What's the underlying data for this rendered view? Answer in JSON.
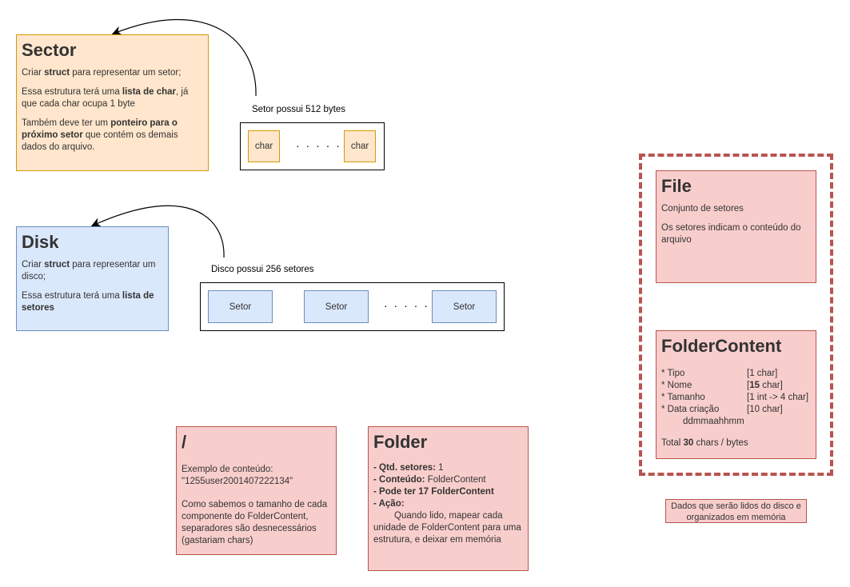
{
  "sector": {
    "title": "Sector",
    "p1_a": "Criar ",
    "p1_b": "struct",
    "p1_c": " para representar um setor;",
    "p2_a": "Essa estrutura terá uma ",
    "p2_b": "lista de char",
    "p2_c": ", já que cada char ocupa 1 byte",
    "p3_a": "Também deve ter um ",
    "p3_b": "ponteiro para o próximo setor",
    "p3_c": " que contém os demais dados do arquivo."
  },
  "sector_box": {
    "label": "Setor possui 512 bytes",
    "cell1": "char",
    "dots": "· · · · ·",
    "cell2": "char"
  },
  "disk": {
    "title": "Disk",
    "p1_a": "Criar ",
    "p1_b": "struct",
    "p1_c": " para representar um disco;",
    "p2_a": "Essa estrutura terá uma ",
    "p2_b": "lista de setores"
  },
  "disk_box": {
    "label": "Disco possui 256 setores",
    "cell1": "Setor",
    "cell2": "Setor",
    "dots": "· · · · ·",
    "cell3": "Setor"
  },
  "file": {
    "title": "File",
    "p1": "Conjunto de setores",
    "p2": "Os setores indicam o conteúdo do arquivo"
  },
  "folder_content": {
    "title": "FolderContent",
    "rows": [
      {
        "k": "* Tipo",
        "v": "[1 char]"
      },
      {
        "k": "* Nome",
        "v_b": "15",
        "v_pre": "[",
        "v_post": " char]"
      },
      {
        "k": "* Tamanho",
        "v": "[1 int -> 4 char]"
      },
      {
        "k": "* Data criação",
        "v": "[10 char]"
      }
    ],
    "sub": "ddmmaahhmm",
    "total_a": "Total ",
    "total_b": "30",
    "total_c": " chars / bytes"
  },
  "dashed_note": "Dados que serão lidos do disco e organizados em memória",
  "root": {
    "title": "/",
    "p1": "Exemplo de conteúdo:",
    "p2": "\"1255user2001407222134\"",
    "p3": "Como sabemos o tamanho de cada componente do FolderContent, separadores são desnecessários (gastariam chars)"
  },
  "folder": {
    "title": "Folder",
    "l1_b": "- Qtd. setores:",
    "l1_c": " 1",
    "l2_b": "- Conteúdo:",
    "l2_c": " FolderContent",
    "l3_b": "- Pode ter 17 FolderContent",
    "l4_b": "- Ação:",
    "l5": "Quando lido, mapear cada unidade de FolderContent para uma estrutura, e deixar em memória"
  },
  "colors": {
    "orange_fill": "#ffe6cc",
    "orange_stroke": "#d79b00",
    "blue_fill": "#dae8fc",
    "blue_stroke": "#6c8ebf",
    "red_fill": "#f8cecc",
    "red_stroke": "#b85450"
  }
}
